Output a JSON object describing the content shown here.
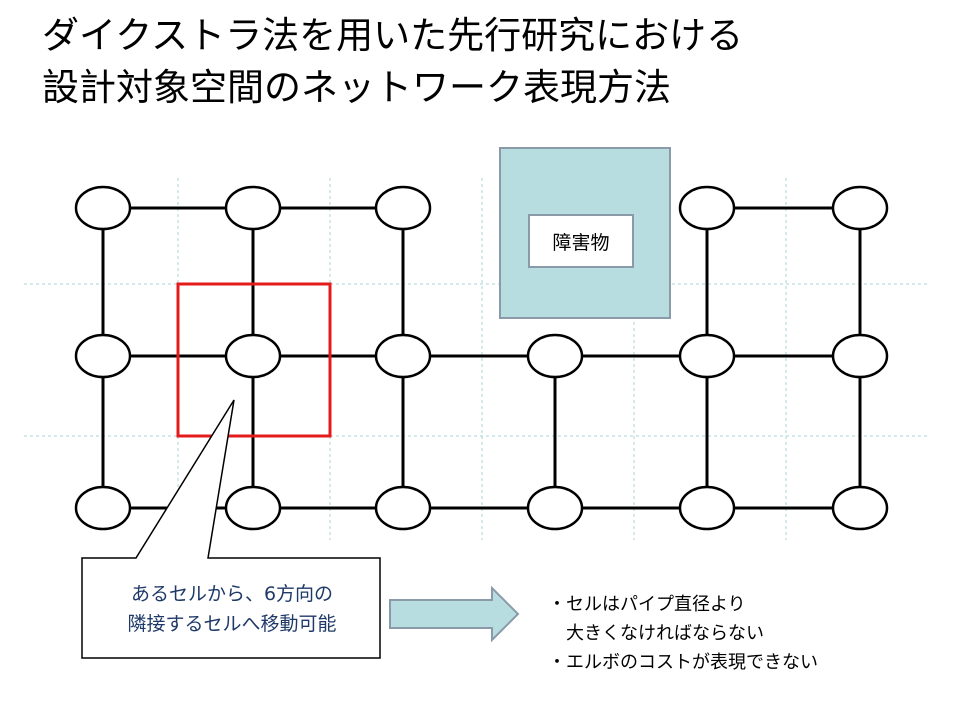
{
  "title": {
    "line1": "ダイクストラ法を用いた先行研究における",
    "line2": "設計対象空間のネットワーク表現方法"
  },
  "obstacle": {
    "label": "障害物"
  },
  "callout": {
    "line1": "あるセルから、6方向の",
    "line2": "隣接するセルへ移動可能"
  },
  "notes": {
    "line1": "・セルはパイプ直径より",
    "line2": "　大きくなければならない",
    "line3": "・エルボのコストが表現できない"
  },
  "colors": {
    "selection": "#e31b1b",
    "obstacle_fill": "#b7dde0",
    "obstacle_border": "#8a9aa8",
    "arrow_fill": "#b7dde0",
    "callout_text": "#1f3a68",
    "grid": "#a8d4d4"
  }
}
